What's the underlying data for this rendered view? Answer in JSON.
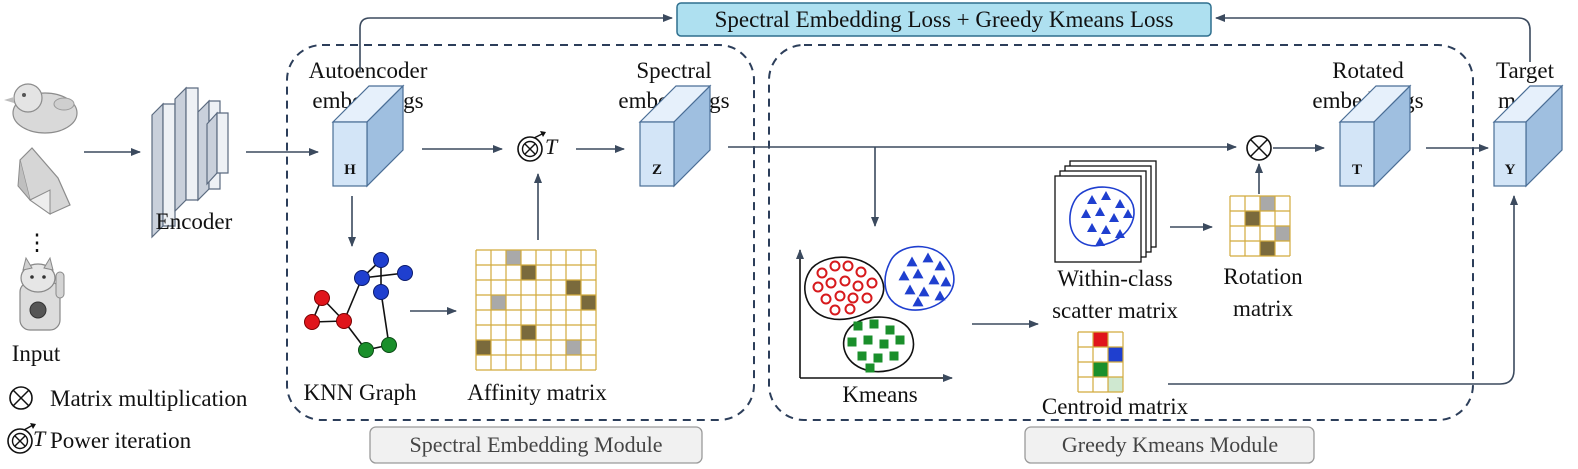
{
  "top_banner": {
    "text": "Spectral Embedding Loss + Greedy Kmeans Loss"
  },
  "input": {
    "label": "Input",
    "ellipsis": "⋮"
  },
  "encoder": {
    "label": "Encoder"
  },
  "autoencoder_embeddings": {
    "line1": "Autoencoder",
    "line2": "embeddings",
    "symbol": "H"
  },
  "spectral_embeddings": {
    "line1": "Spectral",
    "line2": "embeddings",
    "symbol": "Z"
  },
  "rotated_embeddings": {
    "line1": "Rotated",
    "line2": "embeddings",
    "symbol": "T"
  },
  "target_matrix": {
    "line1": "Target",
    "line2": "matrix",
    "symbol": "Y"
  },
  "power_iteration_symbol": {
    "exponent": "T"
  },
  "knn_graph": {
    "label": "KNN Graph"
  },
  "affinity_matrix": {
    "label": "Affinity matrix"
  },
  "kmeans": {
    "label": "Kmeans"
  },
  "within_class": {
    "line1": "Within-class",
    "line2": "scatter matrix"
  },
  "rotation_matrix": {
    "line1": "Rotation",
    "line2": "matrix"
  },
  "centroid_matrix": {
    "label": "Centroid matrix"
  },
  "legend": {
    "multiplication": "Matrix multiplication",
    "power_iteration": "Power iteration",
    "power_exponent": "T"
  },
  "modules": {
    "spectral": "Spectral Embedding Module",
    "greedy": "Greedy Kmeans Module"
  },
  "colors": {
    "banner_fill": "#aee0f0",
    "banner_stroke": "#2e6f8e",
    "cube_front": "#d3e5f7",
    "cube_side": "#9fbfe0",
    "grid_line": "#d2aa3c",
    "grid_dark": "#7a6a3c",
    "grid_gray": "#a9a9a9",
    "red_cluster": "#d7191c",
    "blue_cluster": "#1f3fcf",
    "green_cluster": "#1a8f2b"
  }
}
